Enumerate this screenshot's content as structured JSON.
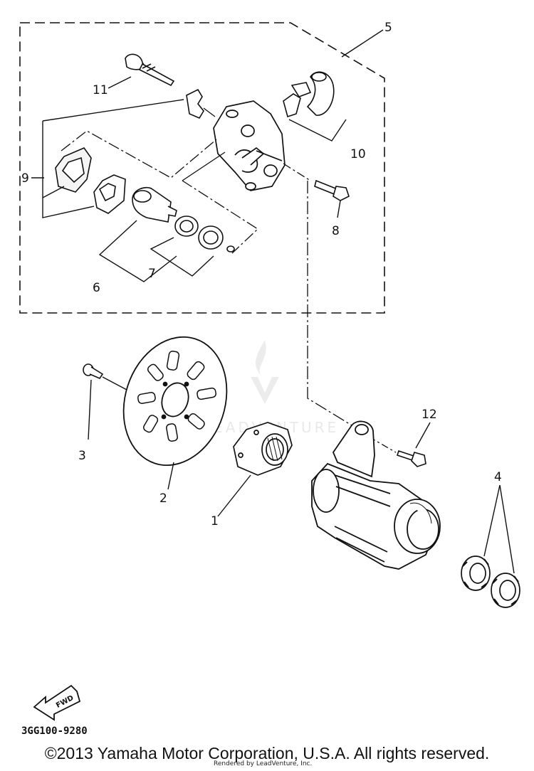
{
  "diagram": {
    "callouts": {
      "c1": "1",
      "c2": "2",
      "c3": "3",
      "c4": "4",
      "c5": "5",
      "c6": "6",
      "c7": "7",
      "c8": "8",
      "c9": "9",
      "c10": "10",
      "c11": "11",
      "c12": "12"
    },
    "fwd_label": "FWD",
    "diagram_code": "3GG100-9280",
    "watermark": "LEADVENTURE"
  },
  "footer": {
    "copyright": "©2013 Yamaha Motor Corporation, U.S.A. All rights reserved.",
    "rendered_by": "Rendered by LeadVenture, Inc."
  }
}
